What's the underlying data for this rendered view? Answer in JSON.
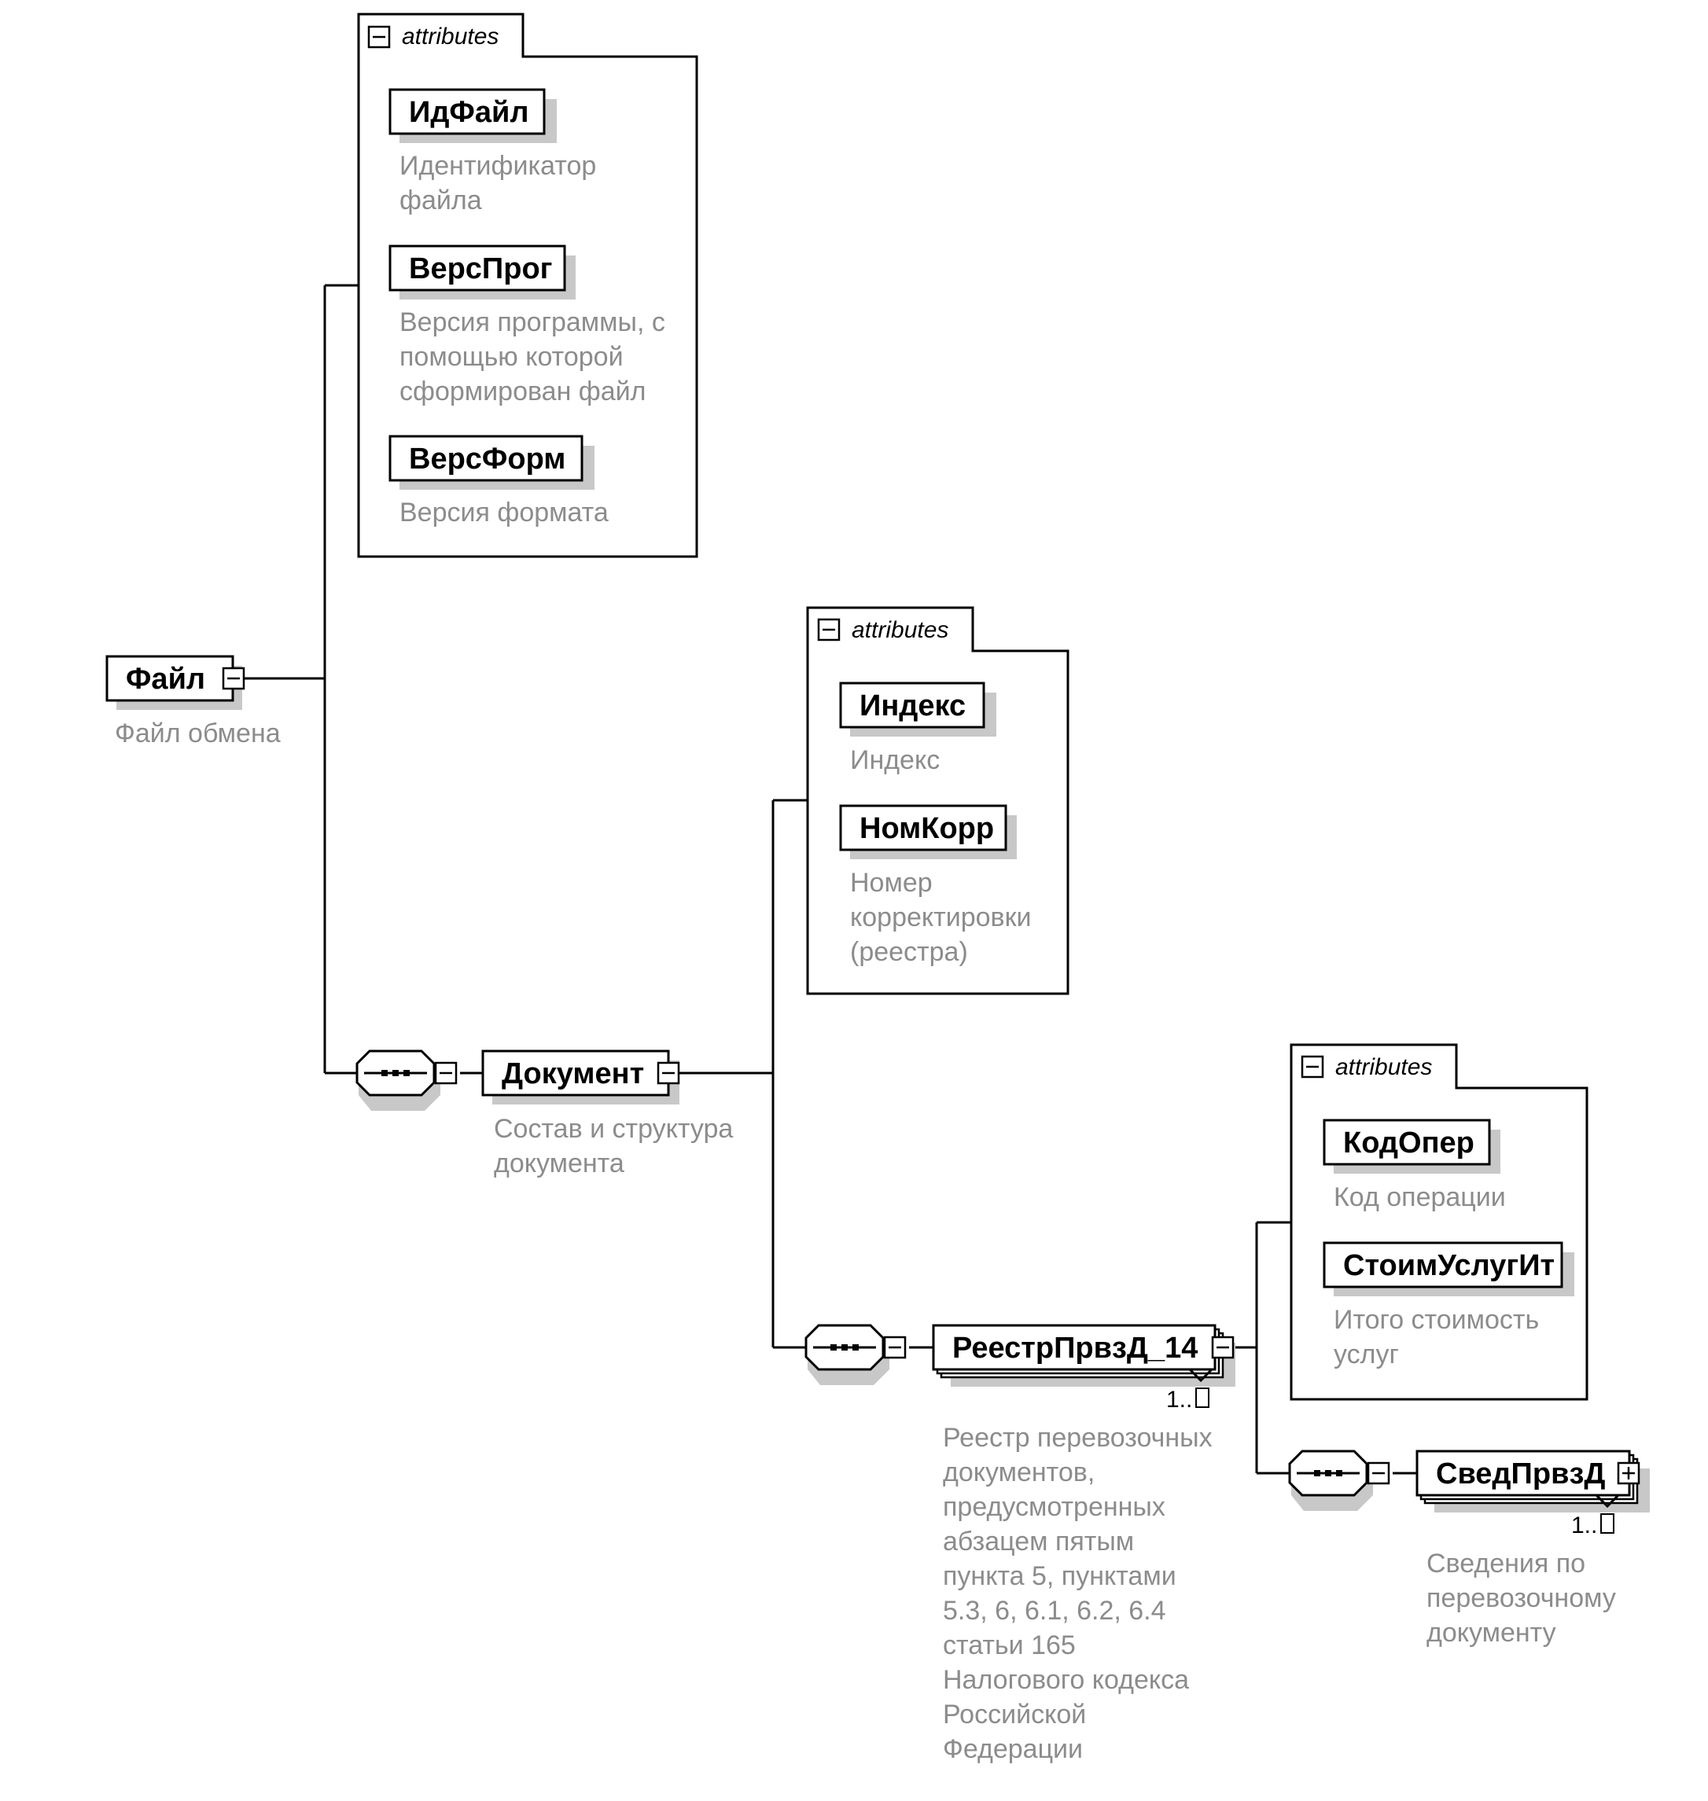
{
  "attributes_label": "attributes",
  "root": {
    "name": "Файл",
    "doc": "Файл обмена",
    "attributes": [
      {
        "name": "ИдФайл",
        "doc": [
          "Идентификатор",
          "файла"
        ]
      },
      {
        "name": "ВерсПрог",
        "doc": [
          "Версия программы, с",
          "помощью которой",
          "сформирован файл"
        ]
      },
      {
        "name": "ВерсФорм",
        "doc": [
          "Версия формата"
        ]
      }
    ]
  },
  "document": {
    "name": "Документ",
    "doc": [
      "Состав и структура",
      "документа"
    ],
    "attributes": [
      {
        "name": "Индекс",
        "doc": [
          "Индекс"
        ]
      },
      {
        "name": "НомКорр",
        "doc": [
          "Номер",
          "корректировки",
          "(реестра)"
        ]
      }
    ]
  },
  "registry": {
    "name": "РеестрПрвзД_14",
    "cardinality": "1..",
    "doc": [
      "Реестр перевозочных",
      "документов,",
      "предусмотренных",
      "абзацем пятым",
      "пункта 5, пунктами",
      "5.3, 6, 6.1, 6.2, 6.4",
      "статьи 165",
      "Налогового кодекса",
      "Российской",
      "Федерации"
    ],
    "attributes": [
      {
        "name": "КодОпер",
        "doc": [
          "Код операции"
        ]
      },
      {
        "name": "СтоимУслугИт",
        "doc": [
          "Итого стоимость",
          "услуг"
        ]
      }
    ]
  },
  "item": {
    "name": "СведПрвзД",
    "cardinality": "1..",
    "doc": [
      "Сведения по",
      "перевозочному",
      "документу"
    ]
  }
}
